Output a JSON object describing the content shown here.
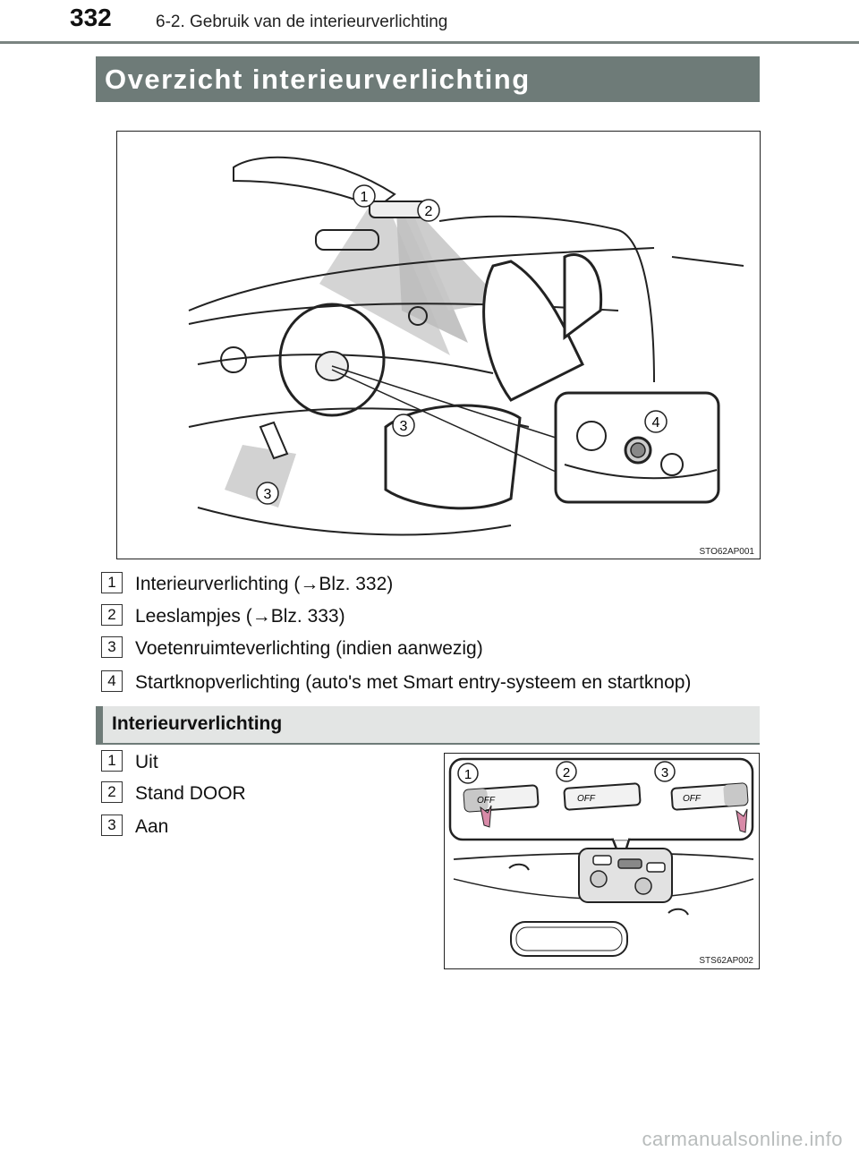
{
  "header": {
    "page_number": "332",
    "chapter_title": "6-2. Gebruik van de interieurverlichting"
  },
  "section": {
    "title": "Overzicht interieurverlichting"
  },
  "figure1": {
    "code": "STO62AP001",
    "callouts": [
      "1",
      "2",
      "3",
      "3",
      "4"
    ]
  },
  "legend1": [
    {
      "num": "1",
      "text": "Interieurverlichting (→Blz. 332)"
    },
    {
      "num": "2",
      "text": "Leeslampjes (→Blz. 333)"
    },
    {
      "num": "3",
      "text": "Voetenruimteverlichting (indien aanwezig)"
    },
    {
      "num": "4",
      "text": "Startknopverlichting (auto's met Smart entry-systeem en startknop)"
    }
  ],
  "subsection": {
    "title": "Interieurverlichting"
  },
  "legend2": [
    {
      "num": "1",
      "text": "Uit"
    },
    {
      "num": "2",
      "text": "Stand DOOR"
    },
    {
      "num": "3",
      "text": "Aan"
    }
  ],
  "figure2": {
    "code": "STS62AP002",
    "callouts": [
      "1",
      "2",
      "3"
    ],
    "switch_label": "OFF"
  },
  "watermark": "carmanualsonline.info",
  "colors": {
    "banner": "#6e7b78",
    "subsection_bg": "#e3e5e4",
    "accent_arrow": "#d88aa8"
  }
}
